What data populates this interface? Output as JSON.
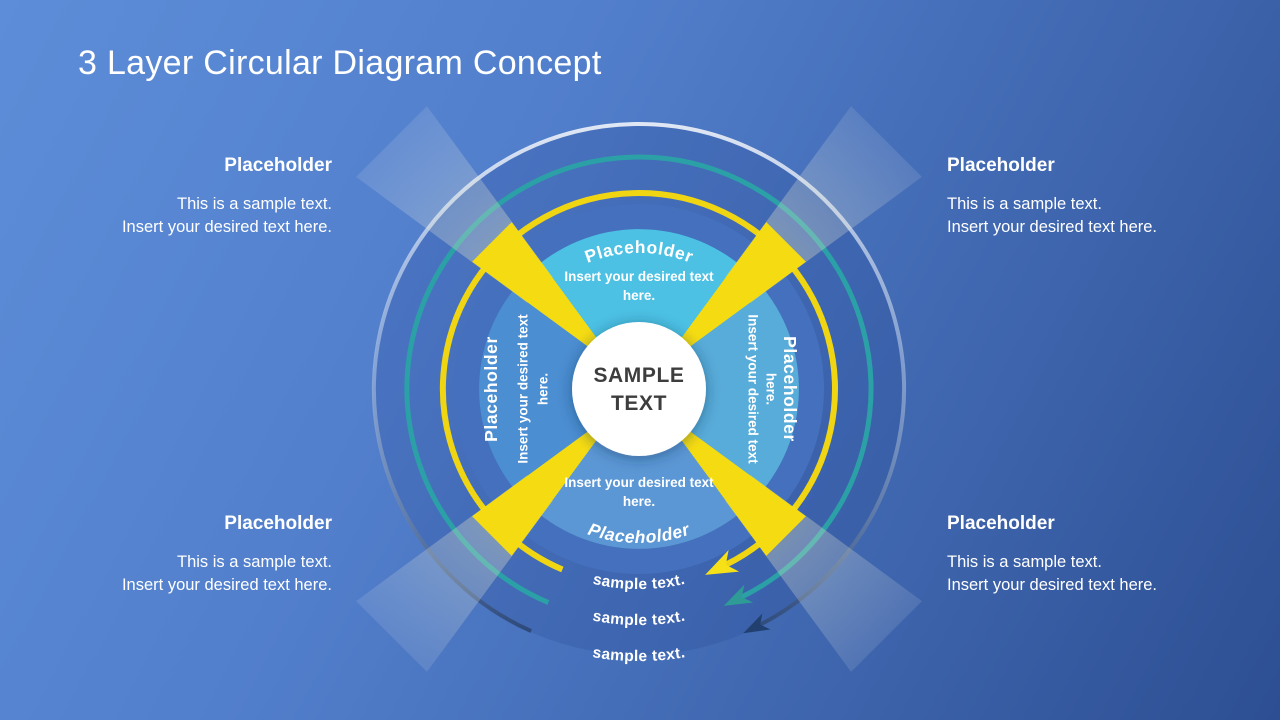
{
  "slide": {
    "title": "3 Layer Circular Diagram Concept"
  },
  "corner_blocks": {
    "top_left": {
      "heading": "Placeholder",
      "body_line1": "This is a sample text.",
      "body_line2": "Insert your desired text here."
    },
    "top_right": {
      "heading": "Placeholder",
      "body_line1": "This is a sample text.",
      "body_line2": "Insert your desired text here."
    },
    "bottom_left": {
      "heading": "Placeholder",
      "body_line1": "This is a sample text.",
      "body_line2": "Insert your desired text here."
    },
    "bottom_right": {
      "heading": "Placeholder",
      "body_line1": "This is a sample text.",
      "body_line2": "Insert your desired text here."
    }
  },
  "diagram": {
    "center_circle": {
      "line1": "SAMPLE",
      "line2": "TEXT"
    },
    "segments": {
      "top": {
        "heading": "Placeholder",
        "body_line1": "Insert your desired text",
        "body_line2": "here."
      },
      "right": {
        "heading": "Placeholder",
        "body_line1": "Insert your desired text",
        "body_line2": "here."
      },
      "bottom": {
        "heading": "Placeholder",
        "body_line1": "Insert your desired text",
        "body_line2": "here."
      },
      "left": {
        "heading": "Placeholder",
        "body_line1": "Insert your desired text",
        "body_line2": "here."
      }
    },
    "layer_labels": {
      "layer1": "sample text.",
      "layer2": "sample text.",
      "layer3": "sample text."
    },
    "colors": {
      "segment_top": "#4CC1E3",
      "segment_right": "#58ACD9",
      "segment_bottom": "#5B97D4",
      "segment_left": "#4B8ED1",
      "inner_band": "#4470BE",
      "ring_yellow": "#F0D513",
      "ring_teal": "#2BA0A6",
      "ring_outer_dark": "#1D3A6B",
      "beam_yellow": "#F5DC12",
      "center_fill": "#FFFFFF",
      "center_text_color": "#3D3D3D",
      "arrow_yellow": "#F6E118",
      "arrow_teal": "#2E9B96",
      "arrow_navy": "#21406F"
    }
  }
}
